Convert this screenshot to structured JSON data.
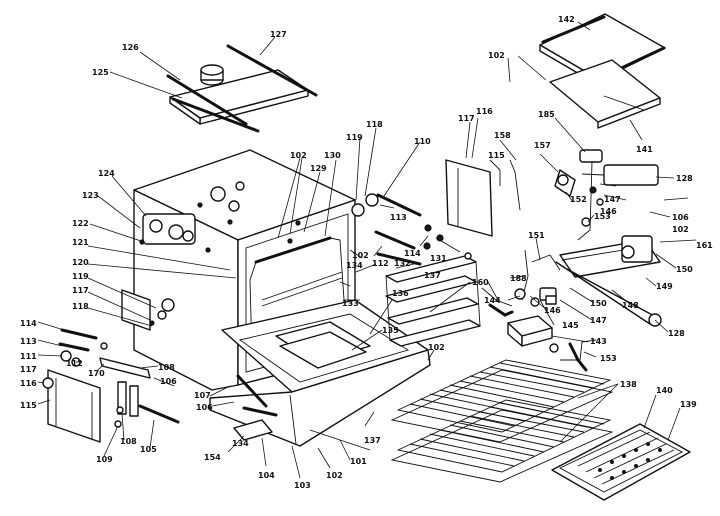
{
  "diagram": {
    "callouts": [
      "127",
      "126",
      "125",
      "142",
      "102",
      "141",
      "185",
      "128",
      "117",
      "116",
      "118",
      "119",
      "130",
      "129",
      "102",
      "124",
      "123",
      "122",
      "121",
      "120",
      "119",
      "117",
      "118",
      "158",
      "157",
      "115",
      "147",
      "152",
      "153",
      "146",
      "106",
      "102",
      "161",
      "150",
      "113",
      "110",
      "114",
      "132",
      "131",
      "112",
      "134",
      "102",
      "133",
      "137",
      "136",
      "135",
      "151",
      "188",
      "160",
      "144",
      "146",
      "145",
      "150",
      "147",
      "148",
      "149",
      "128",
      "143",
      "153",
      "138",
      "140",
      "139",
      "114",
      "113",
      "111",
      "112",
      "117",
      "116",
      "115",
      "170",
      "108",
      "106",
      "107",
      "106",
      "105",
      "109",
      "108",
      "104",
      "103",
      "102",
      "101",
      "134",
      "102",
      "154",
      "137"
    ]
  }
}
